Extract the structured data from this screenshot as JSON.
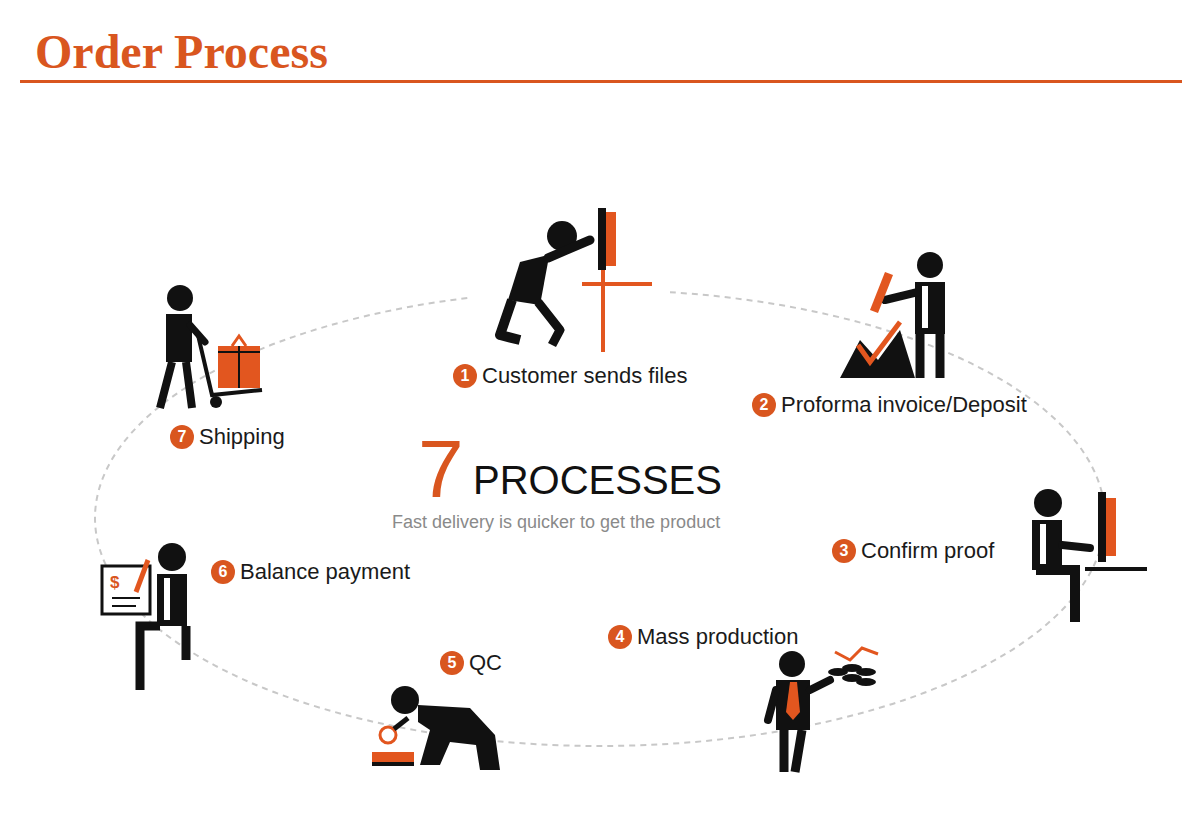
{
  "diagram": {
    "title": "Order Process",
    "labels": [
      "1",
      "Customer sends files",
      "2",
      "Proforma invoice/Deposit",
      "3",
      "Confirm proof",
      "4",
      "Mass production",
      "5",
      "QC",
      "6",
      "Balance payment",
      "7",
      "Shipping",
      "7",
      "PROCESSES",
      "Fast delivery is quicker to get the product",
      "$"
    ]
  }
}
